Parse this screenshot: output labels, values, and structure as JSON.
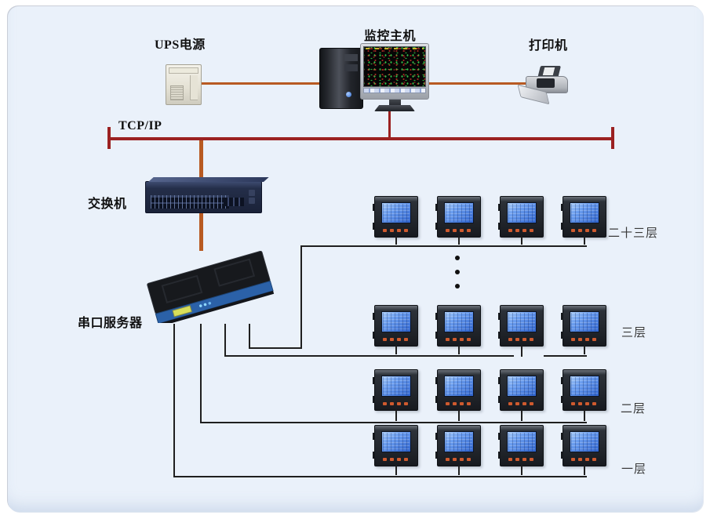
{
  "devices": {
    "ups": {
      "label": "UPS电源"
    },
    "monitor_host": {
      "label": "监控主机"
    },
    "printer": {
      "label": "打印机"
    },
    "switch": {
      "label": "交换机"
    },
    "serial_server": {
      "label": "串口服务器"
    }
  },
  "network": {
    "bus_label": "TCP/IP"
  },
  "floors": [
    {
      "label": "二十三层",
      "meters": 4
    },
    {
      "label": "三层",
      "meters": 4
    },
    {
      "label": "二层",
      "meters": 4
    },
    {
      "label": "一层",
      "meters": 4
    }
  ],
  "continuation_dots": 3,
  "colors": {
    "panel_bg": "#eaf1fa",
    "bus": "#9b2121",
    "cable": "#b85a22",
    "line": "#1f1f1f",
    "meter_screen": "#4a86e8"
  }
}
